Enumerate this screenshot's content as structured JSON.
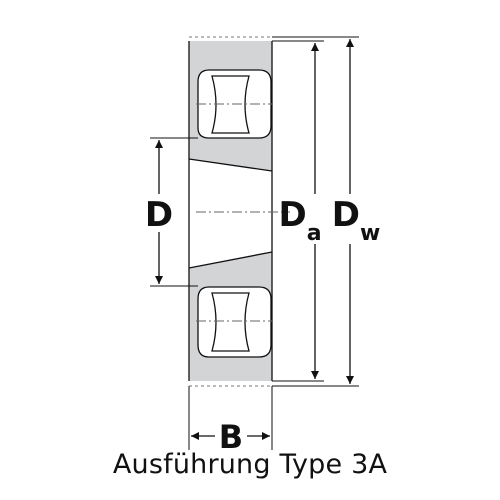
{
  "labels": {
    "bore": "D",
    "outer_main": "D",
    "outer_sub": "a",
    "wheel_main": "D",
    "wheel_sub": "w",
    "width": "B"
  },
  "caption": "Ausführung Type 3A",
  "colors": {
    "body_fill": "#d3d4d6",
    "bearing_fill": "#ffffff",
    "line": "#111111",
    "center_line": "#666666"
  }
}
